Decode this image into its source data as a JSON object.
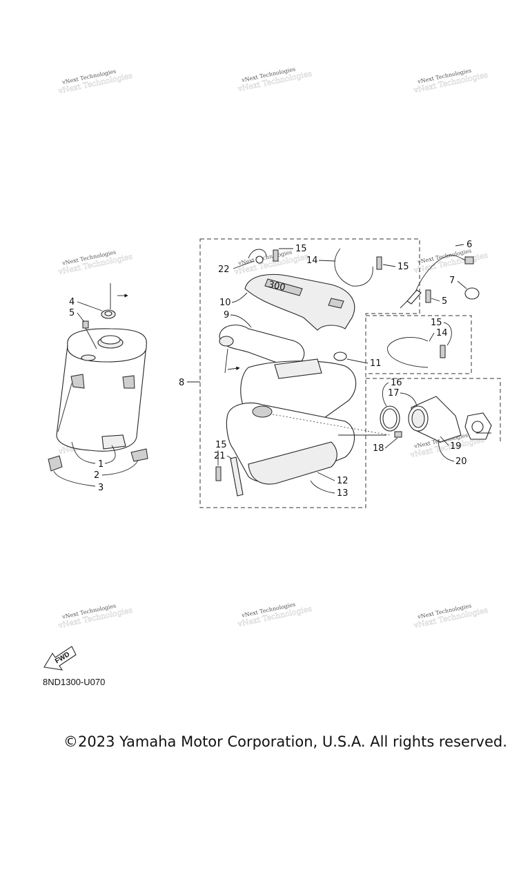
{
  "diagram": {
    "watermark_text": "vNext Technologies",
    "fwd_label": "FWD",
    "code": "8ND1300-U070",
    "copyright": "©2023 Yamaha Motor Corporation, U.S.A. All rights reserved.",
    "callouts": {
      "c1": "1",
      "c2": "2",
      "c3": "3",
      "c4": "4",
      "c5a": "5",
      "c5b": "5",
      "c6": "6",
      "c7": "7",
      "c8": "8",
      "c9": "9",
      "c10": "10",
      "c11": "11",
      "c12": "12",
      "c13": "13",
      "c14a": "14",
      "c14b": "14",
      "c15a": "15",
      "c15b": "15",
      "c15c": "15",
      "c15d": "15",
      "c16": "16",
      "c17": "17",
      "c18": "18",
      "c19": "19",
      "c20": "20",
      "c21": "21",
      "c22": "22"
    },
    "cover_emboss": "300"
  }
}
